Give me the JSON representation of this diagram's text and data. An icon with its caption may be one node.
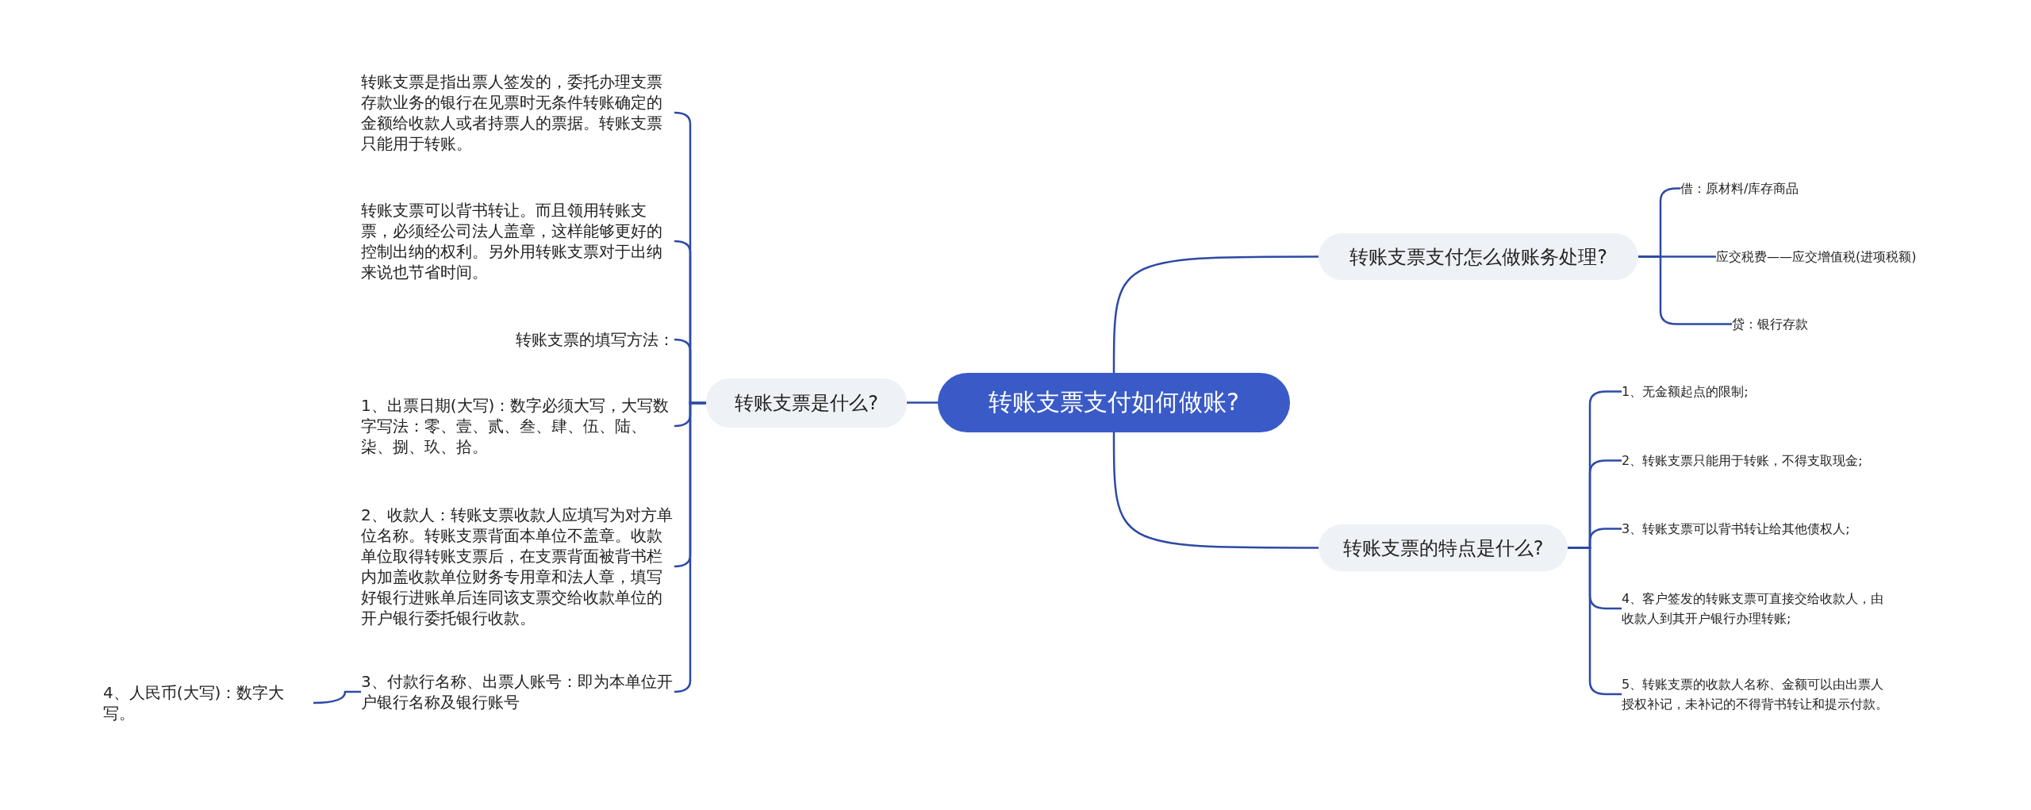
{
  "diagram": {
    "nodes": [
      {
        "text": [
          "转账支票支付如何做账?"
        ]
      },
      {
        "text": [
          "转账支票是什么?"
        ]
      },
      {
        "text": [
          "转账支票支付怎么做账务处理?"
        ]
      },
      {
        "text": [
          "转账支票的特点是什么?"
        ]
      },
      {
        "text": [
          "转账支票是指出票人签发的，委托办理支票存款业务的银行在见票时无条件转账确定的金额给收款人或者持票人的票据。转账支票只能用于转账。"
        ]
      },
      {
        "text": [
          "转账支票可以背书转让。而且领用转账支票，必须经公司法人盖章，这样能够更好的控制出纳的权利。另外用转账支票对于出纳来说也节省时间。"
        ]
      },
      {
        "text": [
          "转账支票的填写方法："
        ]
      },
      {
        "text": [
          "1、出票日期(大写)：数字必须大写，大写数字写法：零、壹、贰、叁、肆、伍、陆、柒、捌、玖、拾。"
        ]
      },
      {
        "text": [
          "2、收款人：转账支票收款人应填写为对方单位名称。转账支票背面本单位不盖章。收款单位取得转账支票后，在支票背面被背书栏内加盖收款单位财务专用章和法人章，填写好银行进账单后连同该支票交给收款单位的开户银行委托银行收款。"
        ]
      },
      {
        "text": [
          "3、付款行名称、出票人账号：即为本单位开户银行名称及银行账号"
        ]
      },
      {
        "text": [
          "4、人民币(大写)：数字大写。"
        ]
      },
      {
        "text": [
          "借：原材料/库存商品"
        ]
      },
      {
        "text": [
          "应交税费——应交增值税(进项税额)"
        ]
      },
      {
        "text": [
          "贷：银行存款"
        ]
      },
      {
        "text": [
          "1、无金额起点的限制;"
        ]
      },
      {
        "text": [
          "2、转账支票只能用于转账，不得支取现金;"
        ]
      },
      {
        "text": [
          "3、转账支票可以背书转让给其他债权人;"
        ]
      },
      {
        "text": [
          "4、客户签发的转账支票可直接交给收款人，由收款人到其开户银行办理转账;"
        ]
      },
      {
        "text": [
          "5、转账支票的收款人名称、金额可以由出票人授权补记，未补记的不得背书转让和提示付款。"
        ]
      }
    ],
    "edges": [
      {
        "from": 0,
        "to": 1,
        "arrow": "none"
      },
      {
        "from": 0,
        "to": 2,
        "arrow": "none"
      },
      {
        "from": 0,
        "to": 3,
        "arrow": "none"
      },
      {
        "from": 1,
        "to": 4,
        "arrow": "none"
      },
      {
        "from": 1,
        "to": 5,
        "arrow": "none"
      },
      {
        "from": 1,
        "to": 6,
        "arrow": "none"
      },
      {
        "from": 1,
        "to": 7,
        "arrow": "none"
      },
      {
        "from": 1,
        "to": 8,
        "arrow": "none"
      },
      {
        "from": 1,
        "to": 9,
        "arrow": "none"
      },
      {
        "from": 9,
        "to": 10,
        "arrow": "none"
      },
      {
        "from": 2,
        "to": 11,
        "arrow": "none"
      },
      {
        "from": 2,
        "to": 12,
        "arrow": "none"
      },
      {
        "from": 2,
        "to": 13,
        "arrow": "none"
      },
      {
        "from": 3,
        "to": 14,
        "arrow": "none"
      },
      {
        "from": 3,
        "to": 15,
        "arrow": "none"
      },
      {
        "from": 3,
        "to": 16,
        "arrow": "none"
      },
      {
        "from": 3,
        "to": 17,
        "arrow": "none"
      },
      {
        "from": 3,
        "to": 18,
        "arrow": "none"
      }
    ]
  }
}
